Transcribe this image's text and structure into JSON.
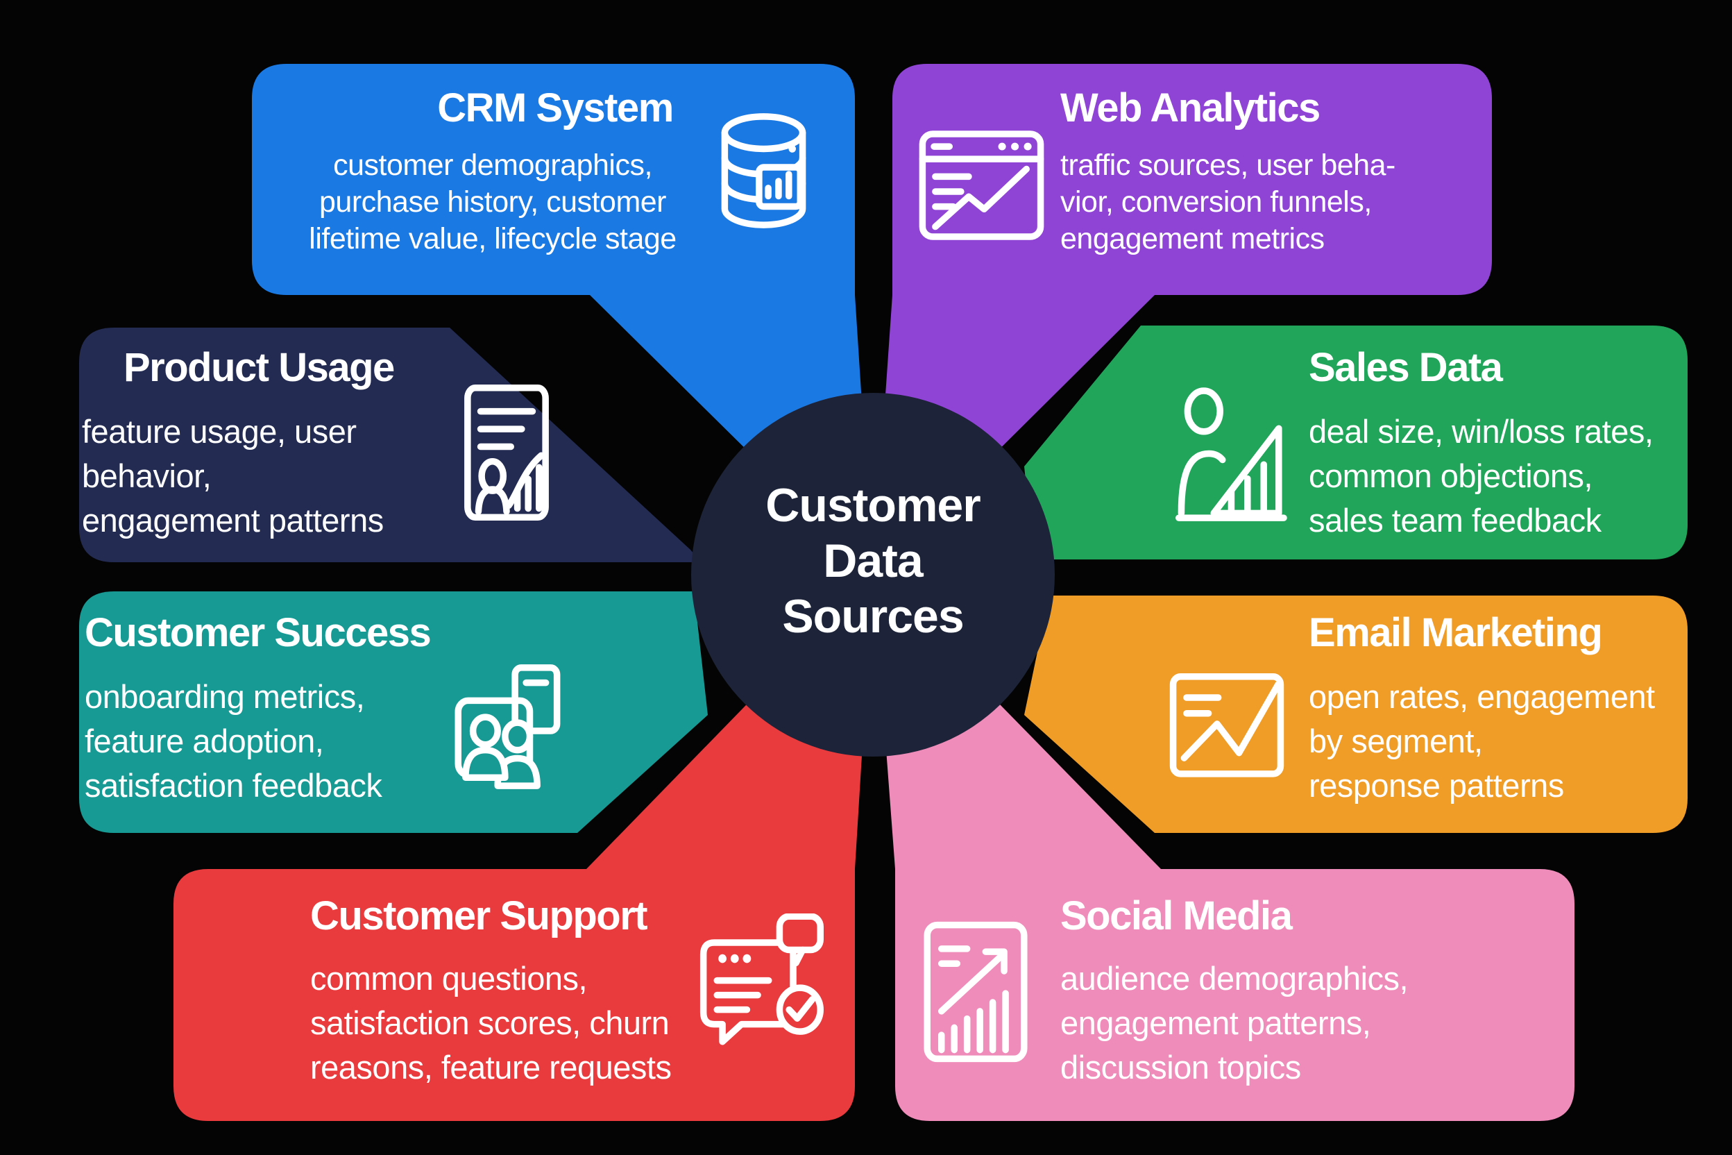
{
  "canvas": {
    "background": "#040404"
  },
  "center": {
    "lines": [
      "Customer",
      "Data",
      "Sources"
    ],
    "bg": "#1d2338",
    "text_color": "#ffffff"
  },
  "blocks": [
    {
      "id": "crm-system",
      "title": "CRM System",
      "lines": [
        "customer demographics,",
        "purchase history, customer",
        "lifetime value, lifecycle stage"
      ],
      "color": "#1b79e3",
      "icon": "database-chart-icon"
    },
    {
      "id": "web-analytics",
      "title": "Web Analytics",
      "lines": [
        "traffic sources, user beha-",
        "vior, conversion funnels,",
        "engagement metrics"
      ],
      "color": "#8f44d6",
      "icon": "browser-trend-icon"
    },
    {
      "id": "product-usage",
      "title": "Product Usage",
      "lines": [
        "feature usage, user",
        "behavior,",
        "engagement patterns"
      ],
      "color": "#232b52",
      "icon": "report-person-chart-icon"
    },
    {
      "id": "sales-data",
      "title": "Sales Data",
      "lines": [
        "deal size, win/loss rates,",
        "common objections,",
        "sales team feedback"
      ],
      "color": "#21a55b",
      "icon": "presenter-bar-chart-icon"
    },
    {
      "id": "customer-success",
      "title": "Customer Success",
      "lines": [
        "onboarding metrics,",
        "feature adoption,",
        "satisfaction feedback"
      ],
      "color": "#189a94",
      "icon": "people-document-icon"
    },
    {
      "id": "email-marketing",
      "title": "Email Marketing",
      "lines": [
        "open rates, engagement",
        "by segment,",
        "response patterns"
      ],
      "color": "#f09d28",
      "icon": "envelope-icon"
    },
    {
      "id": "customer-support",
      "title": "Customer Support",
      "lines": [
        "common questions,",
        "satisfaction scores, churn",
        "reasons, feature requests"
      ],
      "color": "#e93a3e",
      "icon": "chat-check-icon"
    },
    {
      "id": "social-media",
      "title": "Social Media",
      "lines": [
        "audience demographics,",
        "engagement patterns,",
        "discussion topics"
      ],
      "color": "#ef8cba",
      "icon": "growth-chart-icon"
    }
  ]
}
